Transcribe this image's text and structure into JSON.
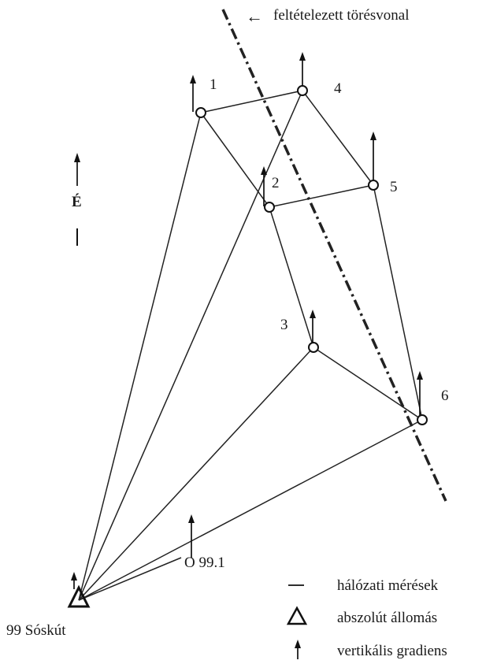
{
  "title_annotation": {
    "arrow_glyph": "←",
    "text": "feltételezett törésvonal"
  },
  "north": {
    "label": "É"
  },
  "stations": [
    {
      "id": "1",
      "label": "1"
    },
    {
      "id": "2",
      "label": "2"
    },
    {
      "id": "3",
      "label": "3"
    },
    {
      "id": "4",
      "label": "4"
    },
    {
      "id": "5",
      "label": "5"
    },
    {
      "id": "6",
      "label": "6"
    },
    {
      "id": "99.1",
      "label": "O 99.1"
    },
    {
      "id": "99",
      "label": "99 Sóskút",
      "type": "absolute"
    }
  ],
  "connections": [
    [
      "1",
      "4"
    ],
    [
      "1",
      "2"
    ],
    [
      "4",
      "5"
    ],
    [
      "2",
      "5"
    ],
    [
      "2",
      "3"
    ],
    [
      "3",
      "6"
    ],
    [
      "5",
      "6"
    ],
    [
      "4",
      "99"
    ],
    [
      "1",
      "99"
    ],
    [
      "3",
      "99"
    ],
    [
      "6",
      "99"
    ],
    [
      "99.1",
      "99"
    ]
  ],
  "legend": [
    {
      "symbol": "line",
      "label": "hálózati mérések"
    },
    {
      "symbol": "triangle",
      "label": "abszolút állomás"
    },
    {
      "symbol": "arrow",
      "label": "vertikális gradiens"
    }
  ],
  "colors": {
    "ink": "#111111",
    "background": "#ffffff"
  }
}
